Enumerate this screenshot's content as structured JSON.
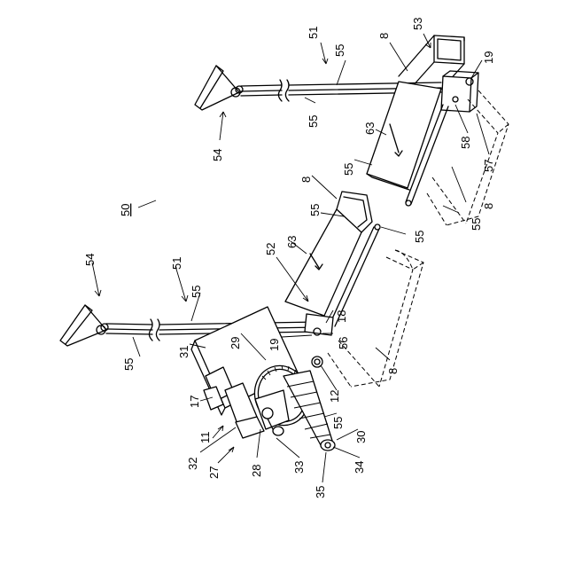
{
  "figure": {
    "labels": {
      "l50": "50",
      "l51a": "51",
      "l55a": "55",
      "l8a": "8",
      "l53": "53",
      "l19a": "19",
      "l54a": "54",
      "l55b": "55",
      "l63a": "63",
      "l55c": "55",
      "l58": "58",
      "l57": "57",
      "l8b": "8",
      "l55d": "55",
      "l8c": "8",
      "l55e": "55",
      "l55f": "55",
      "l63b": "63",
      "l52": "52",
      "l54b": "54",
      "l51b": "51",
      "l55g": "55",
      "l55h": "55",
      "l18": "18",
      "l56": "56",
      "l19b": "19",
      "l29": "29",
      "l31": "31",
      "l8d": "8",
      "l17": "17",
      "l12": "12",
      "l55i": "55",
      "l11": "11",
      "l30": "30",
      "l32": "32",
      "l27": "27",
      "l28": "28",
      "l33": "33",
      "l34": "34",
      "l35": "35"
    }
  }
}
